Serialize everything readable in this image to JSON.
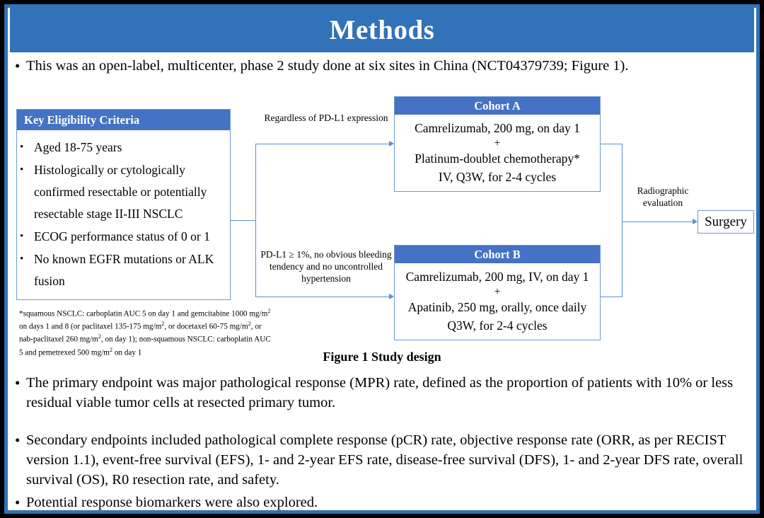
{
  "slide": {
    "title": "Methods",
    "header_color": "#3172b9",
    "box_header_color": "#4472c4",
    "connector_color": "#5b8fd4",
    "frame_color": "#000000"
  },
  "intro_bullet": {
    "marker": "•",
    "text": "This was an open-label, multicenter, phase 2 study done at six sites in China (NCT04379739; Figure 1)."
  },
  "diagram": {
    "eligibility": {
      "header": "Key  Eligibility Criteria",
      "marker": "•",
      "items": [
        "Aged 18-75 years",
        "Histologically or cytologically confirmed resectable or potentially resectable stage II-III  NSCLC",
        "ECOG performance status of 0 or 1",
        "No known EGFR mutations or ALK fusion"
      ]
    },
    "footnote": "*squamous NSCLC: carboplatin AUC 5 on day 1 and gemcitabine 1000 mg/m2 on days 1 and 8 (or paclitaxel 135-175 mg/m2, or docetaxel 60-75 mg/m2, or nab-paclitaxel 260 mg/m2, on day 1); non-squamous NSCLC: carboplatin AUC 5 and pemetrexed 500 mg/m2 on day 1",
    "label_regardless": "Regardless  of PD-L1 expression",
    "label_pdl1": "PD-L1 ≥ 1%, no obvious bleeding tendency and no uncontrolled  hypertension",
    "label_radiographic": "Radiographic evaluation",
    "cohort_a": {
      "header": "Cohort A",
      "line1": "Camrelizumab, 200 mg, on day 1",
      "plus": "+",
      "line2": "Platinum-doublet chemotherapy*",
      "line3": "IV, Q3W, for 2-4 cycles"
    },
    "cohort_b": {
      "header": "Cohort B",
      "line1": "Camrelizumab, 200 mg, IV, on day 1",
      "plus": "+",
      "line2": "Apatinib, 250 mg, orally, once daily",
      "line3": "Q3W, for 2-4 cycles"
    },
    "surgery": "Surgery",
    "caption": "Figure 1 Study design"
  },
  "bullets": [
    {
      "marker": "•",
      "text": "The primary endpoint was major pathological response (MPR) rate, defined as the proportion of patients with 10% or less residual viable tumor cells at resected primary tumor."
    },
    {
      "marker": "•",
      "text": "Secondary endpoints included pathological complete response (pCR) rate, objective response rate (ORR, as per RECIST version 1.1), event-free survival (EFS), 1- and 2-year EFS rate, disease-free survival (DFS), 1- and 2-year DFS rate, overall survival (OS), R0 resection rate, and safety."
    },
    {
      "marker": "•",
      "text": "Potential response biomarkers were also explored."
    }
  ]
}
